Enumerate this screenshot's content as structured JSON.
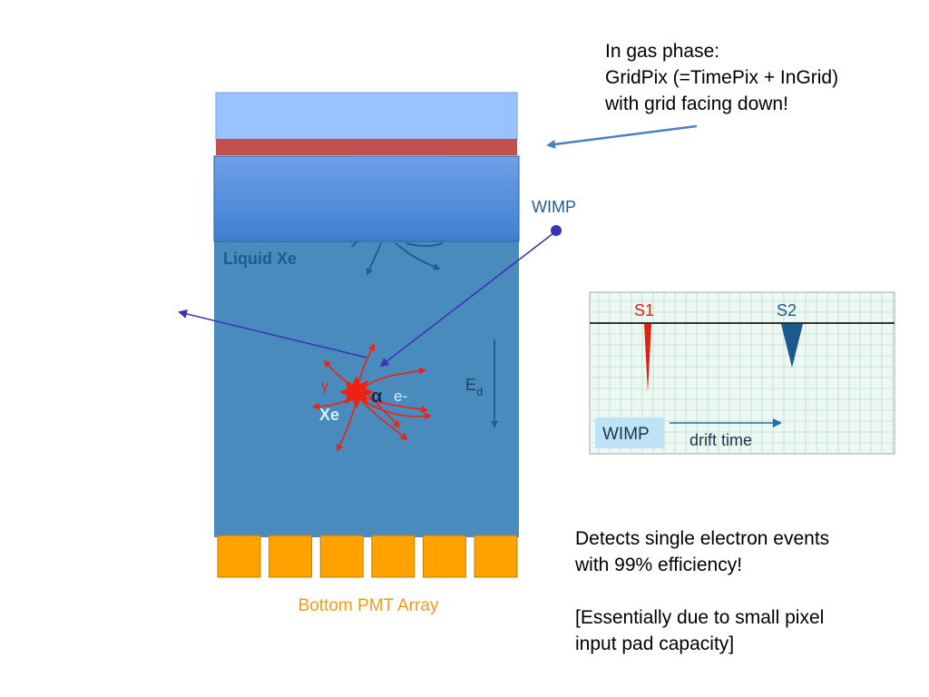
{
  "gas_phase_note": {
    "lines": [
      "In gas phase:",
      "GridPix (=TimePix + InGrid)",
      "with grid facing down!"
    ]
  },
  "detector": {
    "liquid_label": "Liquid Xe",
    "wimp_label": "WIMP",
    "field_label": "E",
    "field_subscript": "d",
    "gamma_label": "γ",
    "alpha_label": "α",
    "electron_label": "e-",
    "xe_label": "Xe",
    "pmt_count": 6,
    "pmt_label": "Bottom PMT Array",
    "colors": {
      "gas_top": "#99c2ff",
      "grid_band": "#c0504d",
      "gas_gradient_top": "#6ea0e8",
      "gas_gradient_bottom": "#3f7fd0",
      "liquid": "#4a8bbd",
      "pmt": "#ffa200",
      "pmt_label": "#f39a1c",
      "liquid_label": "#1f5a8c",
      "wimp_arrow": "#3a33b8",
      "burst": "#ee2211",
      "arrow_note": "#4a7fc0"
    }
  },
  "signal_panel": {
    "s1_label": "S1",
    "s2_label": "S2",
    "wimp_box_label": "WIMP",
    "drift_label": "drift time",
    "colors": {
      "background": "#eef8f3",
      "grid": "#b9dcc8",
      "s1": "#dd2211",
      "s2": "#1a5a8c",
      "wimp_box": "#bfe3f6"
    }
  },
  "detect_note": {
    "lines": [
      "Detects single electron events",
      "with 99% efficiency!",
      "",
      "[Essentially due to small pixel",
      "input pad capacity]"
    ]
  }
}
